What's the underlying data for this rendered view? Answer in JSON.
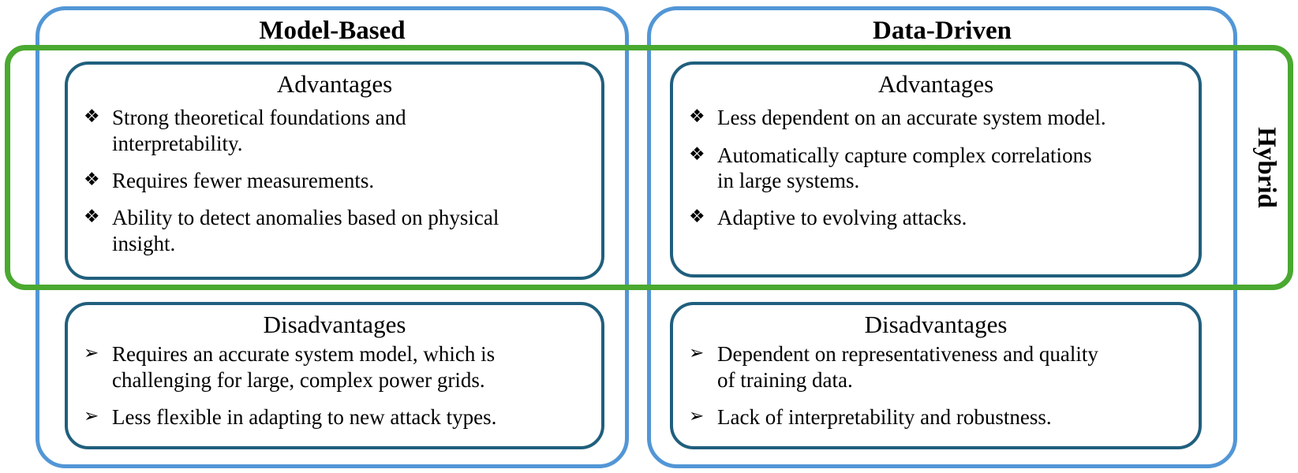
{
  "hybrid_label": "Hybrid",
  "markers": {
    "advantage": "❖",
    "disadvantage": "➢"
  },
  "colors": {
    "column_frame_blue": "#5296d6",
    "hybrid_frame_green": "#4aa930",
    "panel_border_teal": "#205f7d",
    "text": "#000000"
  },
  "columns": [
    {
      "title": "Model-Based",
      "advantages": {
        "title": "Advantages",
        "items": [
          "Strong theoretical foundations and\ninterpretability.",
          "Requires fewer measurements.",
          "Ability to detect anomalies based on physical\ninsight."
        ]
      },
      "disadvantages": {
        "title": "Disadvantages",
        "items": [
          "Requires an accurate system model, which is\nchallenging for large, complex power grids.",
          "Less flexible in adapting to new attack types."
        ]
      }
    },
    {
      "title": "Data-Driven",
      "advantages": {
        "title": "Advantages",
        "items": [
          "Less dependent on an accurate system model.",
          "Automatically capture complex correlations\nin large systems.",
          "Adaptive to evolving attacks."
        ]
      },
      "disadvantages": {
        "title": "Disadvantages",
        "items": [
          "Dependent on representativeness and quality\nof training data.",
          "Lack of interpretability and robustness."
        ]
      }
    }
  ]
}
